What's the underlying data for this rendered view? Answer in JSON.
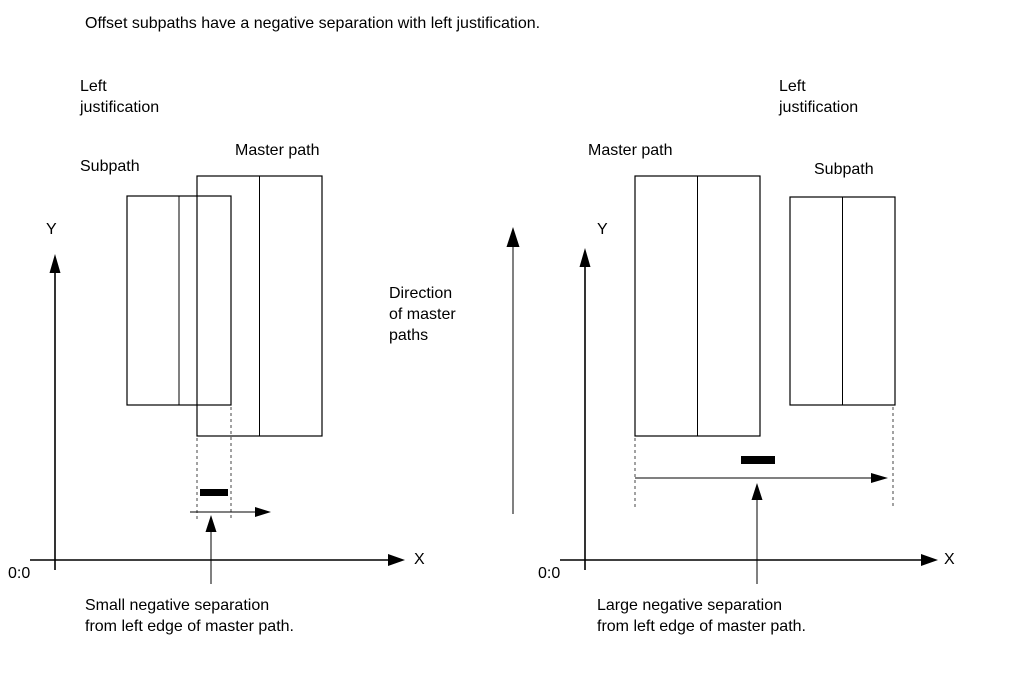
{
  "title": "Offset subpaths have a negative separation with left justification.",
  "colors": {
    "subpath_fill": "#b5b5b5",
    "master_fill": "#ffffff",
    "line": "#000000"
  },
  "left_figure": {
    "justification_label": "Left\njustification",
    "subpath_label": "Subpath",
    "master_label": "Master path",
    "y_label": "Y",
    "x_label": "X",
    "origin_label": "0:0",
    "caption": "Small negative separation\nfrom left edge of master path."
  },
  "center": {
    "direction_label": "Direction\nof master\npaths"
  },
  "right_figure": {
    "justification_label": "Left\njustification",
    "subpath_label": "Subpath",
    "master_label": "Master path",
    "y_label": "Y",
    "x_label": "X",
    "origin_label": "0:0",
    "caption": "Large negative separation\nfrom left edge of master path."
  }
}
